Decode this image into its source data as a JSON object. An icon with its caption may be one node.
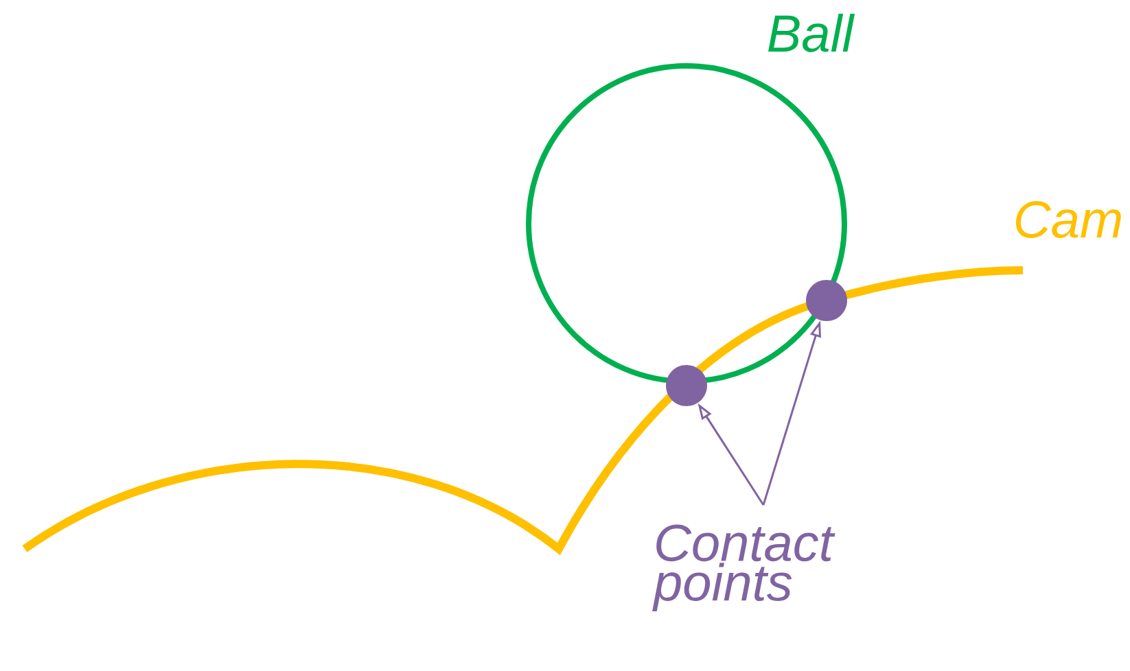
{
  "diagram": {
    "nodes": [
      {
        "text": [
          "Ball"
        ]
      },
      {
        "text": [
          "Cam"
        ]
      },
      {
        "text": [
          "Contact points"
        ]
      },
      {
        "text": [],
        "shape": "circle"
      },
      {
        "text": [],
        "shape": "circle"
      }
    ],
    "edges": [
      {
        "from": 2,
        "to": 3,
        "arrow": "to"
      },
      {
        "from": 2,
        "to": 4,
        "arrow": "to"
      }
    ]
  }
}
